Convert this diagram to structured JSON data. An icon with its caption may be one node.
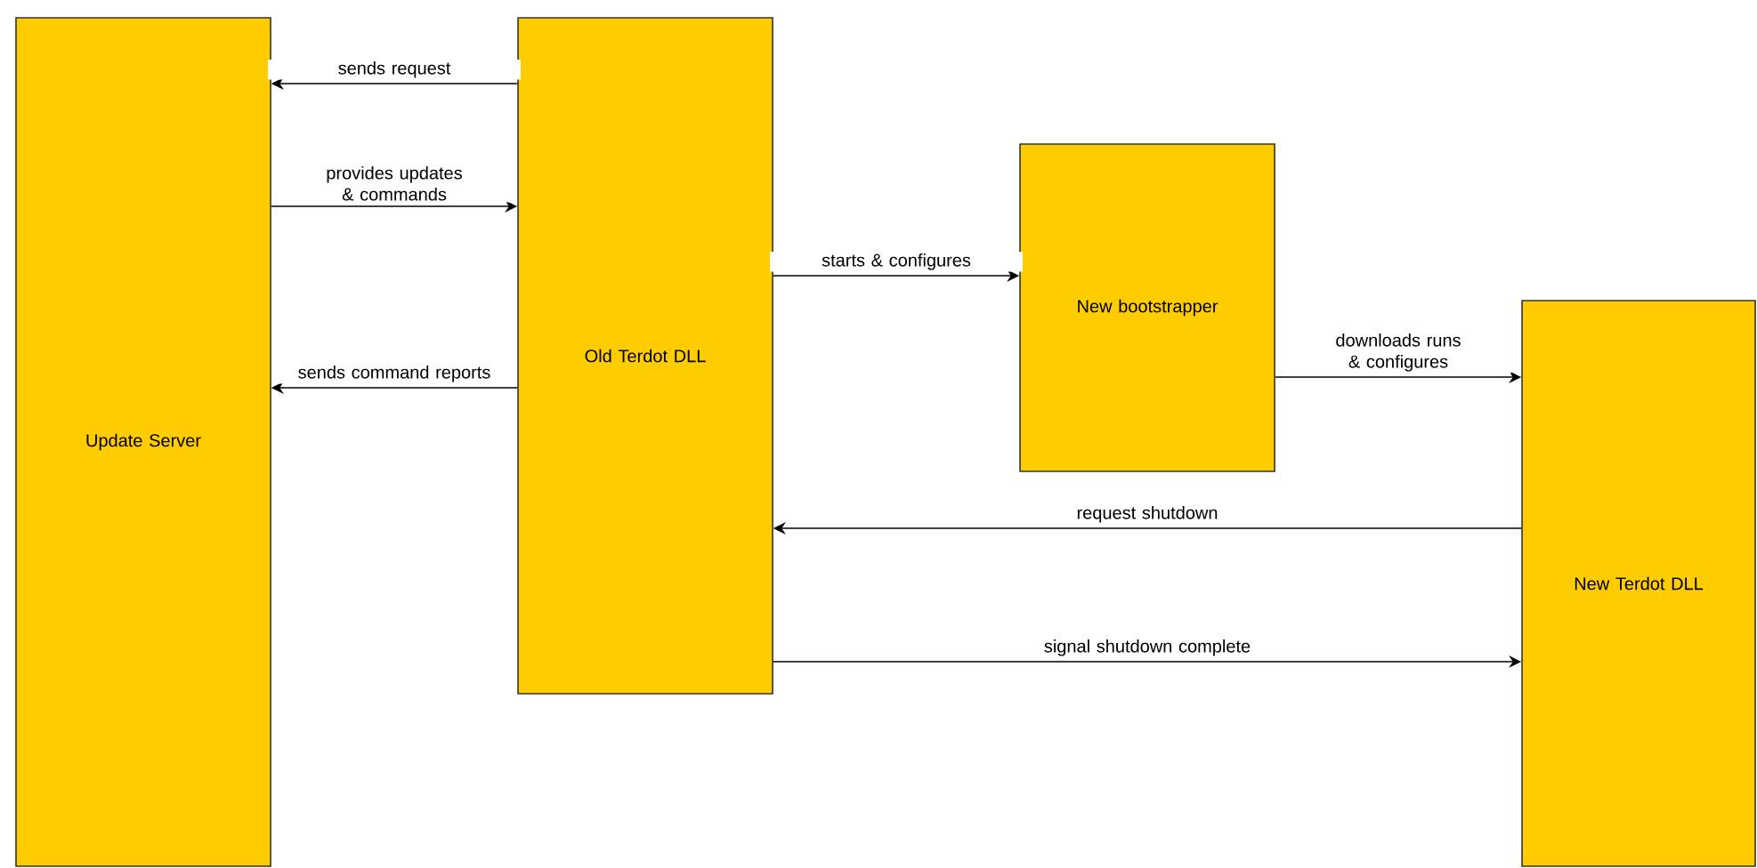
{
  "diagram": {
    "nodes": [
      {
        "text": [
          "Update Server"
        ]
      },
      {
        "text": [
          "Old Terdot DLL"
        ]
      },
      {
        "text": [
          "New bootstrapper"
        ]
      },
      {
        "text": [
          "New Terdot DLL"
        ]
      }
    ],
    "edges": [
      {
        "from": 1,
        "to": 0,
        "arrow": "to",
        "label": "sends request"
      },
      {
        "from": 0,
        "to": 1,
        "arrow": "to",
        "label": "provides updates & commands"
      },
      {
        "from": 1,
        "to": 0,
        "arrow": "to",
        "label": "sends command reports"
      },
      {
        "from": 1,
        "to": 2,
        "arrow": "to",
        "label": "starts & configures"
      },
      {
        "from": 2,
        "to": 3,
        "arrow": "to",
        "label": "downloads runs & configures"
      },
      {
        "from": 3,
        "to": 1,
        "arrow": "to",
        "label": "request shutdown"
      },
      {
        "from": 1,
        "to": 3,
        "arrow": "to",
        "label": "signal shutdown complete"
      }
    ]
  }
}
